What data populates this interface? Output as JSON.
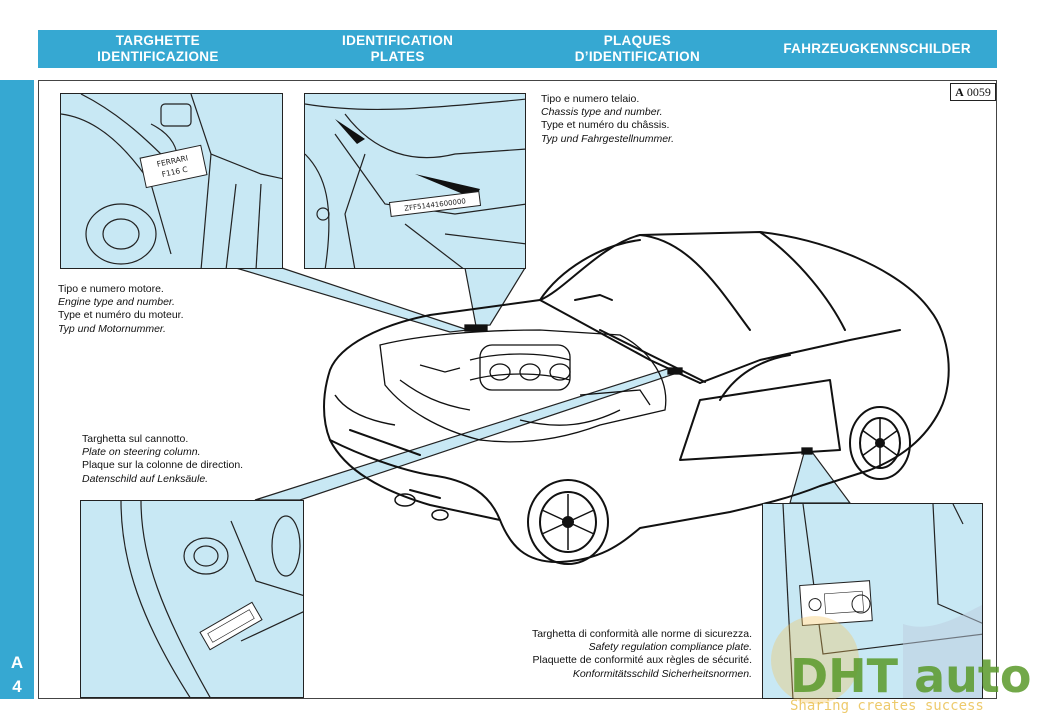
{
  "header": {
    "col1": "TARGHETTE\nIDENTIFICAZIONE",
    "col2": "IDENTIFICATION\nPLATES",
    "col3": "PLAQUES\nD’IDENTIFICATION",
    "col4": "FAHRZEUGKENNSCHILDER"
  },
  "side": {
    "letter": "A",
    "number": "4"
  },
  "reference": {
    "prefix": "A",
    "code": "0059"
  },
  "captions": {
    "chassis": {
      "it": "Tipo e numero telaio.",
      "en": "Chassis type and number.",
      "fr": "Type et numéro du châssis.",
      "de": "Typ und Fahrgestellnummer."
    },
    "engine": {
      "it": "Tipo e numero motore.",
      "en": "Engine type and number.",
      "fr": "Type et numéro du moteur.",
      "de": "Typ und Motornummer."
    },
    "steering": {
      "it": "Targhetta sul cannotto.",
      "en": "Plate on steering column.",
      "fr": "Plaque sur la colonne de direction.",
      "de": "Datenschild auf Lenksäule."
    },
    "compliance": {
      "it": "Targhetta di conformità alle norme di sicurezza.",
      "en": "Safety regulation compliance plate.",
      "fr": "Plaquette de conformité aux règles de sécurité.",
      "de": "Konformitätsschild Sicherheitsnormen."
    }
  },
  "plates": {
    "engine_plate": [
      "FERRARI",
      "F116 C"
    ],
    "chassis_plate": "ZFF51441600000"
  },
  "watermark": {
    "brand": "DHT auto",
    "tagline": "Sharing creates success"
  },
  "colors": {
    "accent": "#36a8d2",
    "inset_fill": "#c8e8f4",
    "watermark": "#e8b93c"
  }
}
